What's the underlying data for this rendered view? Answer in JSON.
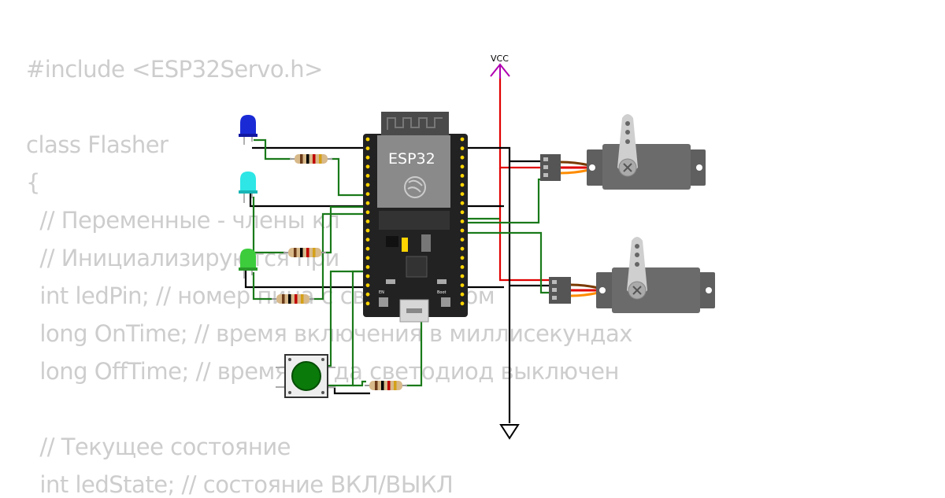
{
  "code": {
    "lines": [
      "#include <ESP32Servo.h>",
      "",
      "class Flasher",
      "{",
      "  // Переменные - члены кл",
      "  // Инициализируются при",
      "  int ledPin; // номер пина с светодиодом",
      "  long OnTime; // время включения в миллисекундах",
      "  long OffTime; // время когда светодиод выключен",
      "",
      "  // Текущее состояние",
      "  int ledState; // состояние ВКЛ/ВЫКЛ"
    ]
  },
  "board": {
    "chip_label": "ESP32",
    "boot_label": "Boot",
    "en_label": "EN"
  },
  "power": {
    "vcc_label": "VCC"
  },
  "colors": {
    "wire_green": "#1a7a1a",
    "wire_red": "#e00000",
    "wire_black": "#000000",
    "vcc_magenta": "#b000b0",
    "led_blue": "#1a2bd6",
    "led_cyan": "#2ee6e6",
    "led_green": "#3ccc3c",
    "button_cap": "#0a7a0a",
    "servo_body": "#5f5f5f"
  }
}
